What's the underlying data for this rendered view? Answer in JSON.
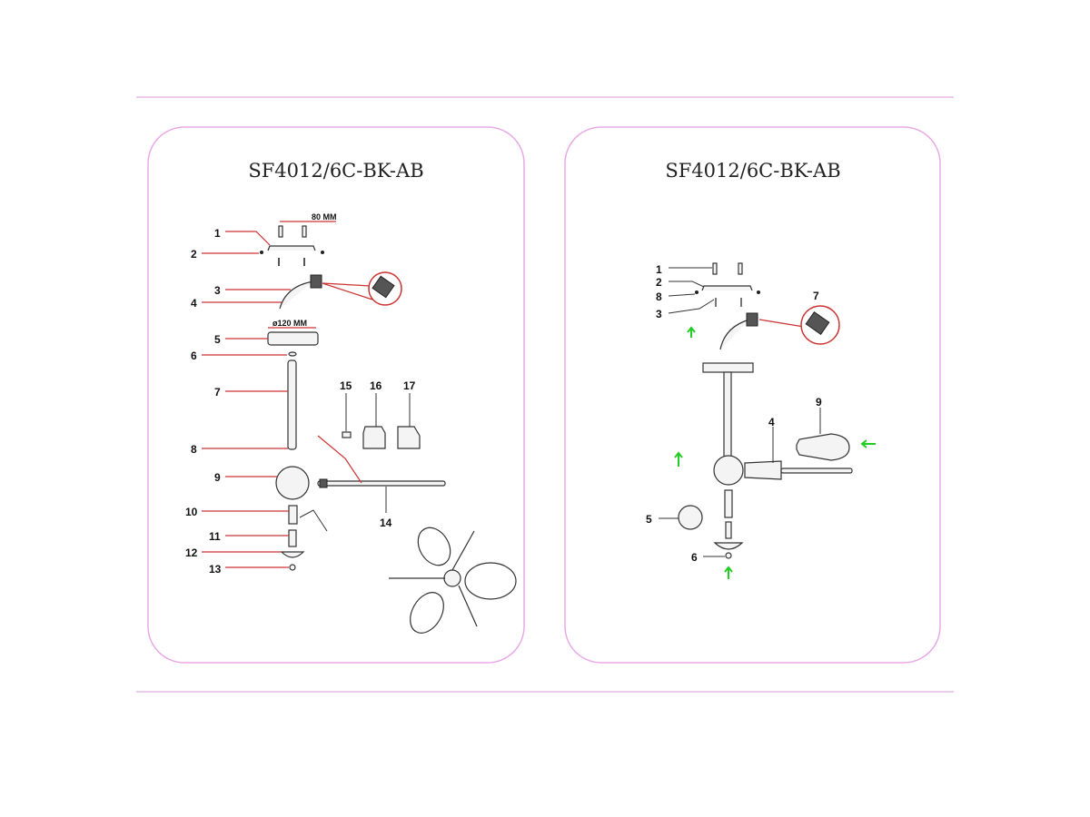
{
  "left_panel": {
    "title": "SF4012/6C-BK-AB",
    "dimension_top": "80 MM",
    "dimension_canopy": "ø120 MM",
    "labels": [
      "1",
      "2",
      "3",
      "4",
      "5",
      "6",
      "7",
      "8",
      "9",
      "10",
      "11",
      "12",
      "13",
      "14",
      "15",
      "16",
      "17"
    ]
  },
  "right_panel": {
    "title": "SF4012/6C-BK-AB",
    "labels": [
      "1",
      "2",
      "8",
      "3",
      "7",
      "9",
      "4",
      "5",
      "6"
    ]
  },
  "colors": {
    "frame": "#e9a9e6",
    "leader": "#cc3333",
    "arrow": "#22cc22"
  }
}
